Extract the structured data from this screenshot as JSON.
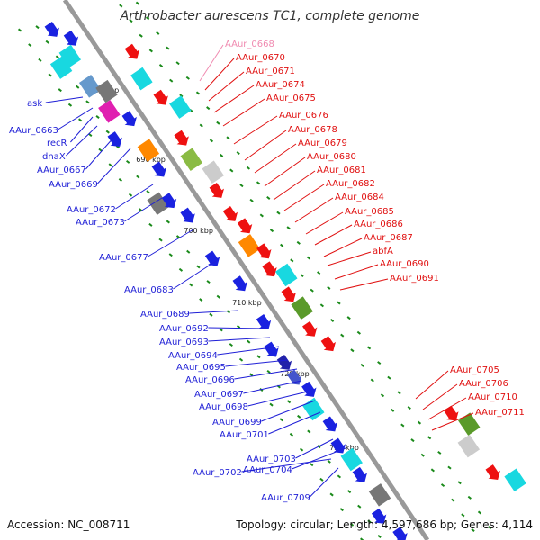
{
  "title": "Arthrobacter aurescens TC1, complete genome",
  "footer": {
    "accession": "Accession: NC_008711",
    "topology": "Topology: circular; Length: 4,597,686 bp; Genes: 4,114"
  },
  "colors": {
    "backbone": "#999999",
    "minus_label": "#1f1fd6",
    "plus_label": "#e01010",
    "pink_label": "#f08ab0",
    "dot": "#1a8a1a"
  },
  "ticks": [
    "680 kbp",
    "690 kbp",
    "700 kbp",
    "710 kbp",
    "720 kbp",
    "730 kbp"
  ],
  "genes_left": [
    "ask",
    "AAur_0663",
    "recR",
    "dnaX",
    "AAur_0667",
    "AAur_0669",
    "AAur_0672",
    "AAur_0673",
    "AAur_0677",
    "AAur_0683",
    "AAur_0689",
    "AAur_0692",
    "AAur_0693",
    "AAur_0694",
    "AAur_0695",
    "AAur_0696",
    "AAur_0697",
    "AAur_0698",
    "AAur_0699",
    "AAur_0701",
    "AAur_0703",
    "AAur_0704",
    "AAur_0702",
    "AAur_0709"
  ],
  "genes_right": [
    "AAur_0668",
    "AAur_0670",
    "AAur_0671",
    "AAur_0674",
    "AAur_0675",
    "AAur_0676",
    "AAur_0678",
    "AAur_0679",
    "AAur_0680",
    "AAur_0681",
    "AAur_0682",
    "AAur_0684",
    "AAur_0685",
    "AAur_0686",
    "AAur_0687",
    "abfA",
    "AAur_0690",
    "AAur_0691",
    "AAur_0705",
    "AAur_0706",
    "AAur_0710",
    "AAur_0711"
  ]
}
